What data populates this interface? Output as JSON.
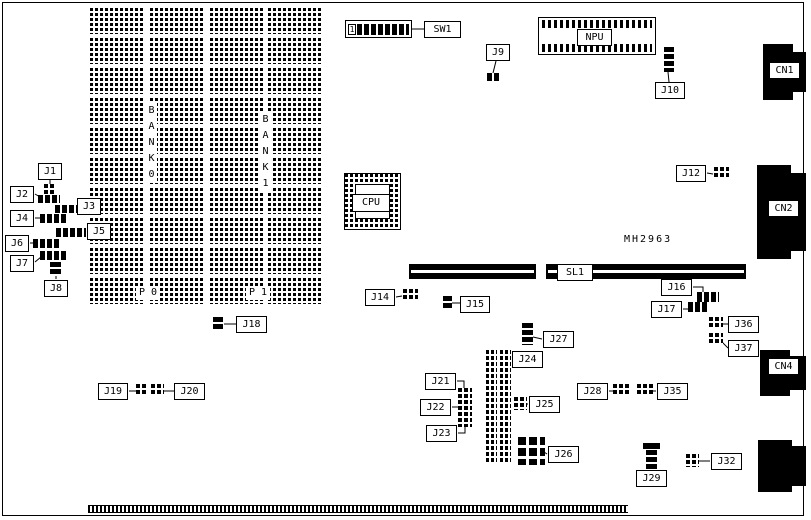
{
  "diagram": {
    "part_number": "MH2963",
    "dip_switch": {
      "label": "SW1",
      "marker": "1"
    },
    "chips": {
      "cpu": "CPU",
      "npu": "NPU"
    },
    "slots": {
      "sl1": "SL1"
    },
    "connectors": {
      "cn1": "CN1",
      "cn2": "CN2",
      "cn4": "CN4"
    },
    "memory": {
      "bank0": "BANK0",
      "bank1": "BANK1",
      "p0": "P 0",
      "p1": "P 1"
    },
    "jumpers": {
      "j1": "J1",
      "j2": "J2",
      "j3": "J3",
      "j4": "J4",
      "j5": "J5",
      "j6": "J6",
      "j7": "J7",
      "j8": "J8",
      "j9": "J9",
      "j10": "J10",
      "j12": "J12",
      "j14": "J14",
      "j15": "J15",
      "j16": "J16",
      "j17": "J17",
      "j18": "J18",
      "j19": "J19",
      "j20": "J20",
      "j21": "J21",
      "j22": "J22",
      "j23": "J23",
      "j24": "J24",
      "j25": "J25",
      "j26": "J26",
      "j27": "J27",
      "j28": "J28",
      "j29": "J29",
      "j32": "J32",
      "j35": "J35",
      "j36": "J36",
      "j37": "J37"
    }
  }
}
